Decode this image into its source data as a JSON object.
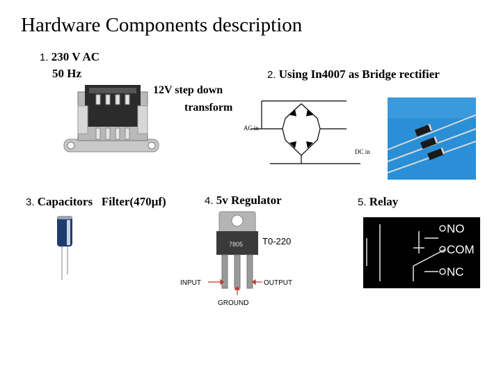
{
  "title": "Hardware Components description",
  "items": [
    {
      "num": "1.",
      "line1": "230 V AC",
      "line2": "50 Hz"
    },
    {
      "num": "2.",
      "label": "Using In4007 as Bridge rectifier"
    },
    {
      "num": "3.",
      "label": "Capacitors   Filter(470µf)"
    },
    {
      "num": "4.",
      "label": "5v Regulator"
    },
    {
      "num": "5.",
      "label": "Relay"
    }
  ],
  "transformer": {
    "line1": "12V step down",
    "line2": "transform"
  },
  "rectifier": {
    "ac_label": "AC in",
    "dc_label": "DC in"
  },
  "regulator": {
    "chip_text": "7805",
    "package": "T0-220",
    "input": "INPUT",
    "output": "OUTPUT",
    "ground": "GROUND"
  },
  "relay": {
    "no": "NO",
    "com": "COM",
    "nc": "NC"
  },
  "colors": {
    "relay_bg": "#000000",
    "diode_bg": "#2a8fd6",
    "regulator_arrow": "#c0392b"
  }
}
